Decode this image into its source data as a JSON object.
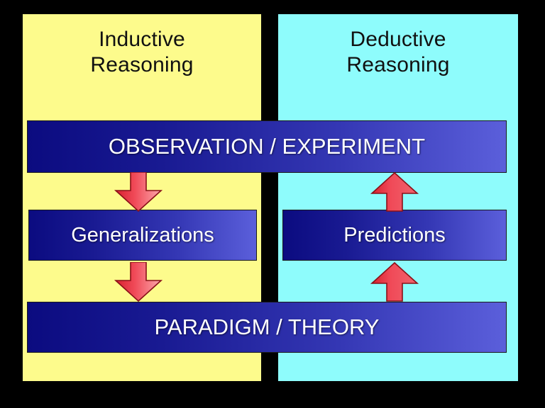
{
  "diagram": {
    "title": "Inductive Reasoning and Deductive Reasoning cycle",
    "background_color": "#000000",
    "columns": [
      {
        "id": "inductive",
        "label": "Inductive\nReasoning",
        "background_color": "#FDFB8C",
        "direction": "downward"
      },
      {
        "id": "deductive",
        "label": "Deductive\nReasoning",
        "background_color": "#8EFCFC",
        "direction": "upward"
      }
    ],
    "nodes": [
      {
        "id": "observation",
        "label": "OBSERVATION / EXPERIMENT",
        "span": "both-columns",
        "gradient_from": "#0B0B80",
        "gradient_to": "#5B5FDB",
        "text_color": "#FFFFFF"
      },
      {
        "id": "generalizations",
        "label": "Generalizations",
        "span": "inductive",
        "gradient_from": "#0B0B80",
        "gradient_to": "#5B5FDB",
        "text_color": "#FFFFFF"
      },
      {
        "id": "predictions",
        "label": "Predictions",
        "span": "deductive",
        "gradient_from": "#0B0B80",
        "gradient_to": "#5B5FDB",
        "text_color": "#FFFFFF"
      },
      {
        "id": "paradigm",
        "label": "PARADIGM / THEORY",
        "span": "both-columns",
        "gradient_from": "#0B0B80",
        "gradient_to": "#5B5FDB",
        "text_color": "#FFFFFF"
      }
    ],
    "arrows": [
      {
        "id": "observation-to-generalizations",
        "from": "observation",
        "to": "generalizations",
        "direction": "down",
        "column": "inductive",
        "color": "#EE3344"
      },
      {
        "id": "generalizations-to-paradigm",
        "from": "generalizations",
        "to": "paradigm",
        "direction": "down",
        "column": "inductive",
        "color": "#EE3344"
      },
      {
        "id": "predictions-to-observation",
        "from": "predictions",
        "to": "observation",
        "direction": "up",
        "column": "deductive",
        "color": "#EE3344"
      },
      {
        "id": "paradigm-to-predictions",
        "from": "paradigm",
        "to": "predictions",
        "direction": "up",
        "column": "deductive",
        "color": "#EE3344"
      }
    ]
  }
}
